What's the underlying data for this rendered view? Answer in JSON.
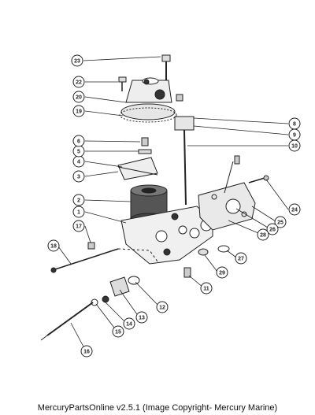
{
  "diagram": {
    "callouts": [
      {
        "number": "1"
      },
      {
        "number": "2"
      },
      {
        "number": "3"
      },
      {
        "number": "4"
      },
      {
        "number": "5"
      },
      {
        "number": "6"
      },
      {
        "number": "8"
      },
      {
        "number": "9"
      },
      {
        "number": "10"
      },
      {
        "number": "11"
      },
      {
        "number": "12"
      },
      {
        "number": "13"
      },
      {
        "number": "14"
      },
      {
        "number": "15"
      },
      {
        "number": "16"
      },
      {
        "number": "17"
      },
      {
        "number": "18"
      },
      {
        "number": "19"
      },
      {
        "number": "20"
      },
      {
        "number": "22"
      },
      {
        "number": "23"
      },
      {
        "number": "24"
      },
      {
        "number": "25"
      },
      {
        "number": "26"
      },
      {
        "number": "27"
      },
      {
        "number": "28"
      },
      {
        "number": "29"
      }
    ]
  },
  "footer": {
    "caption": "MercuryPartsOnline v2.5.1 (Image Copyright- Mercury Marine)"
  },
  "colors": {
    "line": "#222222",
    "background": "#ffffff"
  }
}
